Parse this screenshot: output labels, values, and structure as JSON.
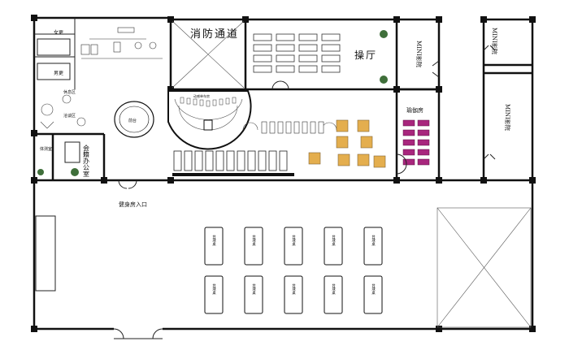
{
  "labels": {
    "fire_passage": "消防通道",
    "aerobics_hall": "操厅",
    "yoga_room": "瑜伽房",
    "mini_theater_small": "MINI影院",
    "mini_theater_large": "MINI影院",
    "club_office": "会籍办公室",
    "gym_entrance": "健身房入口",
    "front_desk": "前台",
    "locker_women": "女更",
    "locker_men": "男更",
    "negotiation_area": "洽谈区",
    "rest_area": "休息区",
    "fitness_test_room": "体测室",
    "spinning_room": "动感单车房",
    "billiard_table": "台球桌"
  },
  "colors": {
    "wall": "#111111",
    "yoga_mat": "#a8267d",
    "equipment_orange": "#e0a030",
    "plant": "#3f6f3a"
  },
  "counts": {
    "billiard_tables": 10,
    "yoga_mats": 10,
    "aerobics_mats": 16
  }
}
